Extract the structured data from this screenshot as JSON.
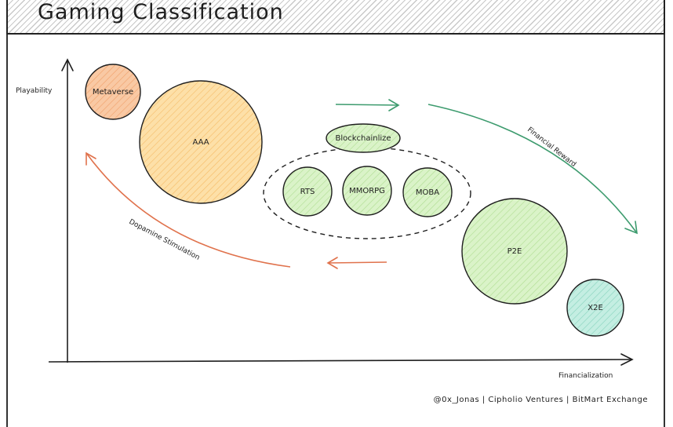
{
  "title": "Gaming Classification",
  "axes": {
    "y_label": "Playability",
    "x_label": "Financialization"
  },
  "bubbles": {
    "metaverse": "Metaverse",
    "aaa": "AAA",
    "blockchainize": "Blockchainlize",
    "rts": "RTS",
    "mmorpg": "MMORPG",
    "moba": "MOBA",
    "p2e": "P2E",
    "x2e": "X2E"
  },
  "flows": {
    "financial_reward": "Financial Reward",
    "dopamine_stimulation": "Dopamine Stimulation"
  },
  "credit": "@0x_Jonas | Cipholio Ventures | BitMart Exchange",
  "colors": {
    "orange": "#f4b27a",
    "yellow": "#fcd08a",
    "green": "#c9ecb2",
    "mint": "#a7e3d2",
    "green_arrow": "#3d9b6e",
    "red_arrow": "#e0724c"
  }
}
